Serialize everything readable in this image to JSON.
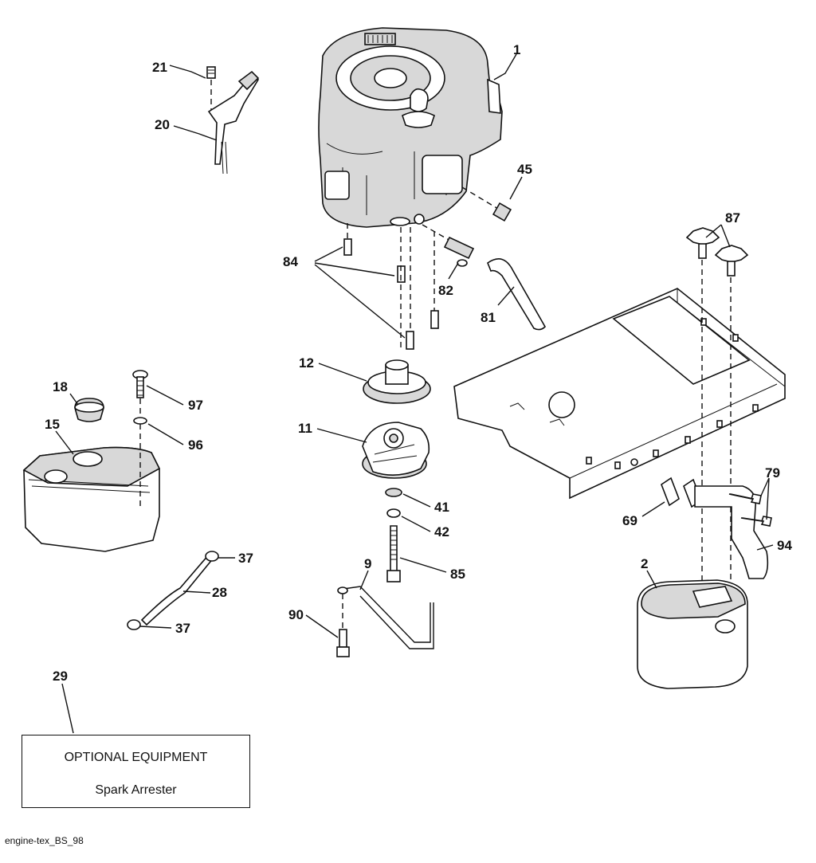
{
  "callouts": {
    "c1": "1",
    "c2": "2",
    "c9": "9",
    "c11": "11",
    "c12": "12",
    "c15": "15",
    "c18": "18",
    "c20": "20",
    "c21": "21",
    "c28": "28",
    "c29": "29",
    "c37a": "37",
    "c37b": "37",
    "c41": "41",
    "c42": "42",
    "c45": "45",
    "c69": "69",
    "c79": "79",
    "c81": "81",
    "c82": "82",
    "c84": "84",
    "c85": "85",
    "c87": "87",
    "c90": "90",
    "c94": "94",
    "c96": "96",
    "c97": "97"
  },
  "optional_box": {
    "title": "OPTIONAL EQUIPMENT",
    "subtitle": "Spark Arrester"
  },
  "footer": {
    "figure_id": "engine-tex_BS_98"
  }
}
